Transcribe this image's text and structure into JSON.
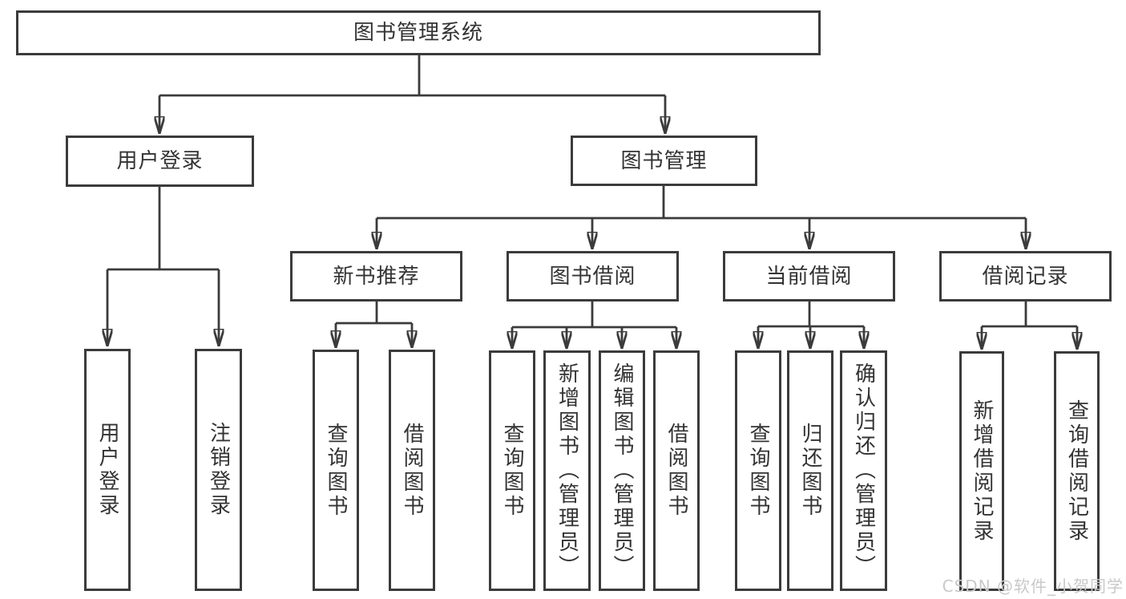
{
  "diagram": {
    "root": {
      "label": "图书管理系统"
    },
    "branches": [
      {
        "label": "用户登录",
        "children": [
          {
            "label": "用户登录"
          },
          {
            "label": "注销登录"
          }
        ]
      },
      {
        "label": "图书管理",
        "groups": [
          {
            "label": "新书推荐",
            "children": [
              {
                "label": "查询图书"
              },
              {
                "label": "借阅图书"
              }
            ]
          },
          {
            "label": "图书借阅",
            "children": [
              {
                "label": "查询图书"
              },
              {
                "label": "新增图书（管理员）"
              },
              {
                "label": "编辑图书（管理员）"
              },
              {
                "label": "借阅图书"
              }
            ]
          },
          {
            "label": "当前借阅",
            "children": [
              {
                "label": "查询图书"
              },
              {
                "label": "归还图书"
              },
              {
                "label": "确认归还（管理员）"
              }
            ]
          },
          {
            "label": "借阅记录",
            "children": [
              {
                "label": "新增借阅记录"
              },
              {
                "label": "查询借阅记录"
              }
            ]
          }
        ]
      }
    ]
  },
  "watermark": {
    "text": "CSDN @软件_小贺同学"
  },
  "colors": {
    "line": "#3b3b3b",
    "text": "#333333",
    "watermark": "#c9c9c9",
    "background": "#ffffff"
  }
}
